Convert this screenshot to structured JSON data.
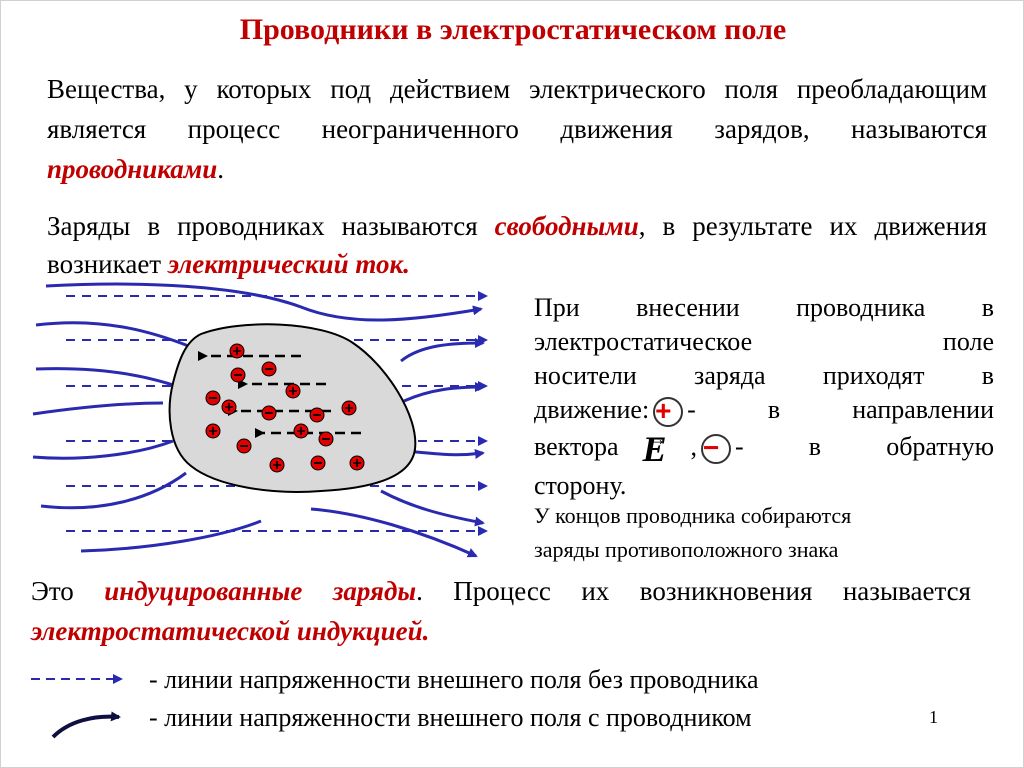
{
  "title": "Проводники в электростатическом поле",
  "para1": {
    "text": "Вещества, у которых под действием электрического поля преобладающим является процесс неограниченного движения зарядов,  называются ",
    "highlight": "проводниками",
    "tail": "."
  },
  "para2": {
    "text": "Заряды в проводниках называются ",
    "highlight1": "свободными",
    "text2": ", в результате их движения возникает ",
    "highlight2": "электрический ток."
  },
  "side_text": {
    "line1": "При внесении проводника в",
    "line2": "электростатическое поле",
    "line3": "носители заряда приходят в",
    "line4_a": "движение:",
    "plus_symbol": "+",
    "line4_b": "- в направлении",
    "line5_a": "вектора",
    "vector_symbol": "E",
    "line5_b": ",",
    "minus_symbol": "−",
    "line5_c": "- в обратную",
    "line6": "сторону."
  },
  "side_text2": {
    "line1": "У концов проводника собираются",
    "line2": "заряды противоположного знака"
  },
  "para3": {
    "text": "Это ",
    "highlight1": "индуцированные заряды",
    "text2": ". Процесс их возникновения называется ",
    "highlight2": "электростатической индукцией."
  },
  "legend": {
    "dashed": "- линии напряженности внешнего поля без проводника",
    "solid": "- линии напряженности внешнего поля с проводником"
  },
  "page_number": "1",
  "colors": {
    "title": "#c00000",
    "highlight": "#c00000",
    "field_line": "#2a2ab0",
    "conductor": "#d9d9d9",
    "charge": "#e00000"
  }
}
